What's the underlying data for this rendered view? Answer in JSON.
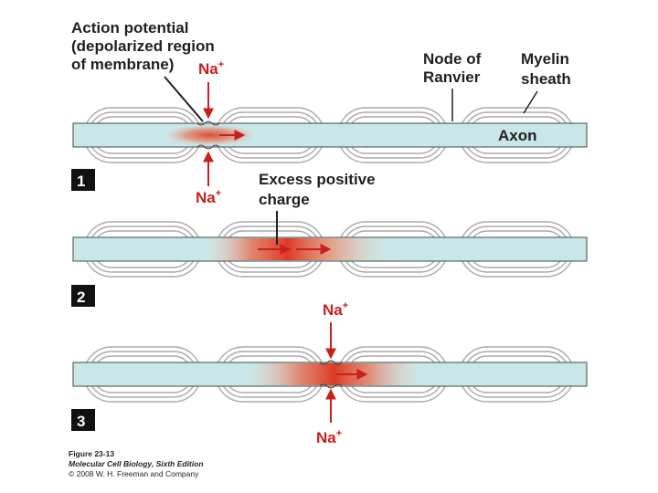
{
  "labels": {
    "action_potential": [
      "Action potential",
      "(depolarized region",
      "of membrane)"
    ],
    "node_of_ranvier": [
      "Node of",
      "Ranvier"
    ],
    "myelin_sheath": [
      "Myelin",
      "sheath"
    ],
    "axon": "Axon",
    "excess_positive_charge": [
      "Excess positive",
      "charge"
    ],
    "sodium_ion": "Na",
    "sodium_charge": "+"
  },
  "steps": [
    "1",
    "2",
    "3"
  ],
  "caption": {
    "figure": "Figure 23-13",
    "book": "Molecular Cell Biology, Sixth Edition",
    "copyright": "© 2008 W. H. Freeman and Company"
  },
  "colors": {
    "axon": "#c9e7e8",
    "depolarized": "#e0422a",
    "arrow": "#c8201f",
    "myelin": "#aaaaaa"
  }
}
